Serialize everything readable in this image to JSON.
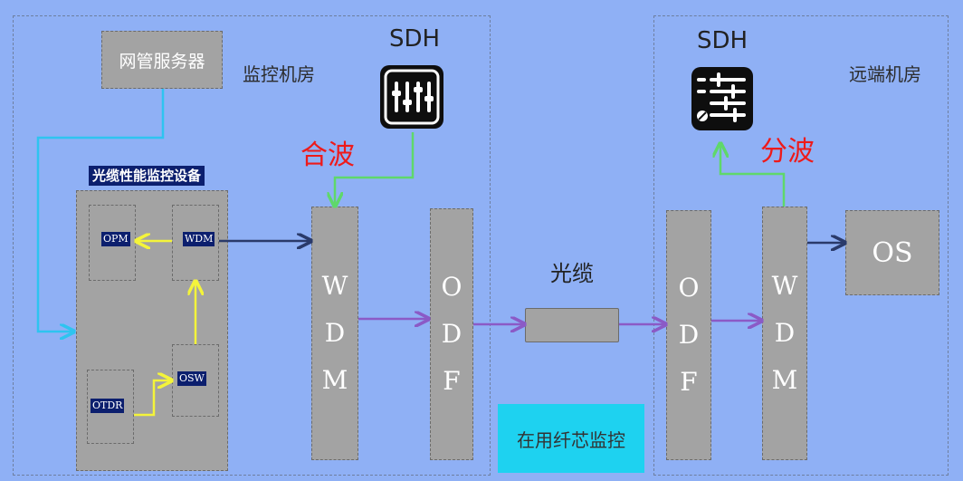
{
  "control_room": {
    "label": "监控机房"
  },
  "remote_room": {
    "label": "远端机房"
  },
  "nms_server": {
    "label": "网管服务器"
  },
  "monitor_device": {
    "title": "光缆性能监控设备",
    "opm": "OPM",
    "wdm": "WDM",
    "osw": "OSW",
    "otdr": "OTDR"
  },
  "sdh_left": {
    "label": "SDH"
  },
  "sdh_right": {
    "label": "SDH"
  },
  "combine_label": "合波",
  "split_label": "分波",
  "wdm_left": [
    "W",
    "D",
    "M"
  ],
  "odf_left": [
    "O",
    "D",
    "F"
  ],
  "odf_right": [
    "O",
    "D",
    "F"
  ],
  "wdm_right": [
    "W",
    "D",
    "M"
  ],
  "cable": {
    "label": "光缆"
  },
  "os_box": {
    "label": "OS"
  },
  "fiber_monitor": {
    "label": "在用纤芯监控"
  },
  "colors": {
    "background": "#8fb0f5",
    "box_gray": "#a3a3a3",
    "navy": "#0c1f6e",
    "red_text": "#ee1a1a",
    "cyan_line": "#2ec4f0",
    "green_line": "#5fd86a",
    "yellow_line": "#f4f43a",
    "purple_line": "#8b5ac6",
    "dark_arrow": "#2a3a6a",
    "cyan_box": "#1ed2f0"
  }
}
